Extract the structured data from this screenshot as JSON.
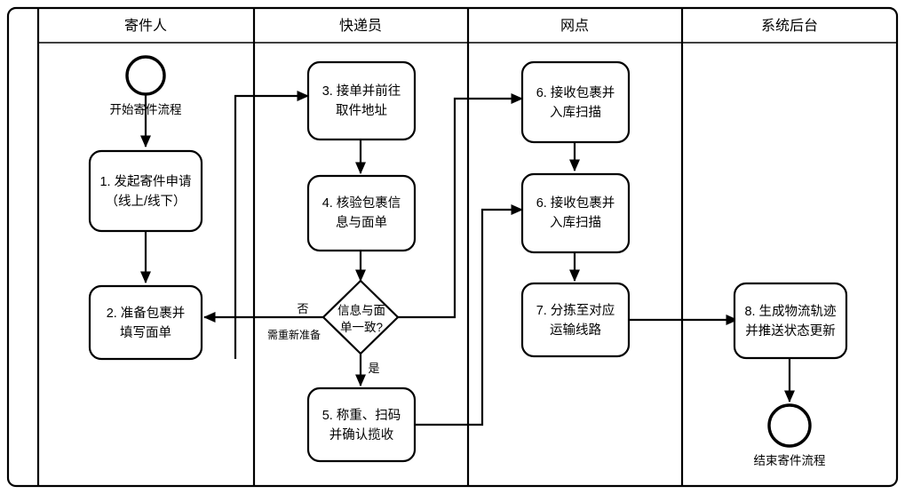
{
  "diagram": {
    "type": "swimlane-flowchart",
    "title_present": false,
    "colors": {
      "stroke": "#000000",
      "fill": "#ffffff",
      "text": "#000000"
    },
    "lanes": [
      {
        "id": "sender",
        "label": "寄件人"
      },
      {
        "id": "courier",
        "label": "快递员"
      },
      {
        "id": "branch",
        "label": "网点"
      },
      {
        "id": "backend",
        "label": "系统后台"
      }
    ],
    "events": [
      {
        "id": "start",
        "lane": "sender",
        "kind": "start-event",
        "label": "开始寄件流程"
      },
      {
        "id": "end",
        "lane": "backend",
        "kind": "end-event",
        "label": "结束寄件流程"
      }
    ],
    "tasks": [
      {
        "id": "t1",
        "lane": "sender",
        "lines": [
          "1. 发起寄件申请",
          "（线上/线下）"
        ]
      },
      {
        "id": "t2",
        "lane": "sender",
        "lines": [
          "2. 准备包裹并",
          "填写面单"
        ]
      },
      {
        "id": "t3",
        "lane": "courier",
        "lines": [
          "3. 接单并前往",
          "取件地址"
        ]
      },
      {
        "id": "t4",
        "lane": "courier",
        "lines": [
          "4. 核验包裹信",
          "息与面单"
        ]
      },
      {
        "id": "t5",
        "lane": "courier",
        "lines": [
          "5. 称重、扫码",
          "并确认揽收"
        ]
      },
      {
        "id": "t6a",
        "lane": "branch",
        "lines": [
          "6. 接收包裹并",
          "入库扫描"
        ]
      },
      {
        "id": "t6b",
        "lane": "branch",
        "lines": [
          "6. 接收包裹并",
          "入库扫描"
        ]
      },
      {
        "id": "t7",
        "lane": "branch",
        "lines": [
          "7. 分拣至对应",
          "运输线路"
        ]
      },
      {
        "id": "t8",
        "lane": "backend",
        "lines": [
          "8. 生成物流轨迹",
          "并推送状态更新"
        ]
      }
    ],
    "decisions": [
      {
        "id": "d1",
        "lane": "courier",
        "lines": [
          "信息与面",
          "单一致?"
        ]
      }
    ],
    "edge_labels": [
      {
        "id": "no",
        "text": "否"
      },
      {
        "id": "no_detail",
        "text": "需重新准备"
      },
      {
        "id": "yes",
        "text": "是"
      }
    ]
  }
}
